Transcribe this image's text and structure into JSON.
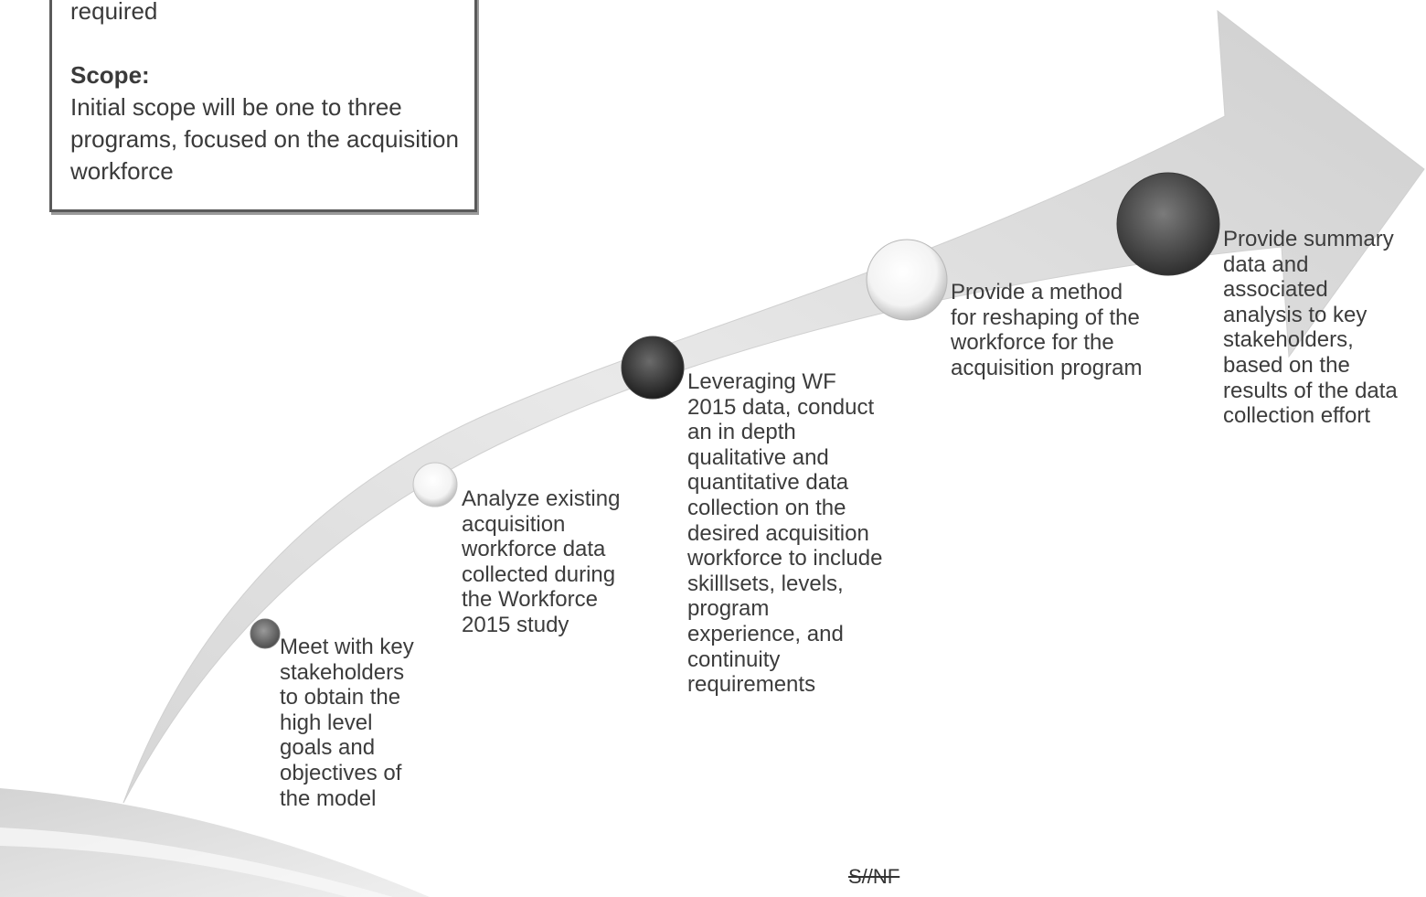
{
  "scope_box": {
    "partial_top_line": "required",
    "scope_heading": "Scope:",
    "scope_text": "Initial scope will be one to three programs, focused on the acquisition workforce"
  },
  "steps": [
    {
      "text": "Meet with key\nstakeholders\nto obtain the\nhigh level\ngoals and\nobjectives of\nthe model",
      "node_shade": "medium-gray"
    },
    {
      "text": "Analyze existing\nacquisition\nworkforce data\ncollected during\nthe Workforce\n2015 study",
      "node_shade": "white"
    },
    {
      "text": "Leveraging WF\n2015 data, conduct\nan in depth\nqualitative and\nquantitative data\ncollection on the\ndesired acquisition\nworkforce to include\nskilllsets, levels,\nprogram\nexperience, and\ncontinuity\nrequirements",
      "node_shade": "dark"
    },
    {
      "text": "Provide a method\nfor reshaping of the\nworkforce for the\nacquisition program",
      "node_shade": "white"
    },
    {
      "text": "Provide summary\ndata and\nassociated\nanalysis to key\nstakeholders,\nbased on the\nresults of the data\ncollection effort",
      "node_shade": "dark-gray"
    }
  ],
  "classification_marking": "S//NF",
  "colors": {
    "arrow_light": "#ececec",
    "arrow_mid": "#c8c8c8",
    "text": "#3c3c3c",
    "box_border": "#5a5a5a"
  }
}
